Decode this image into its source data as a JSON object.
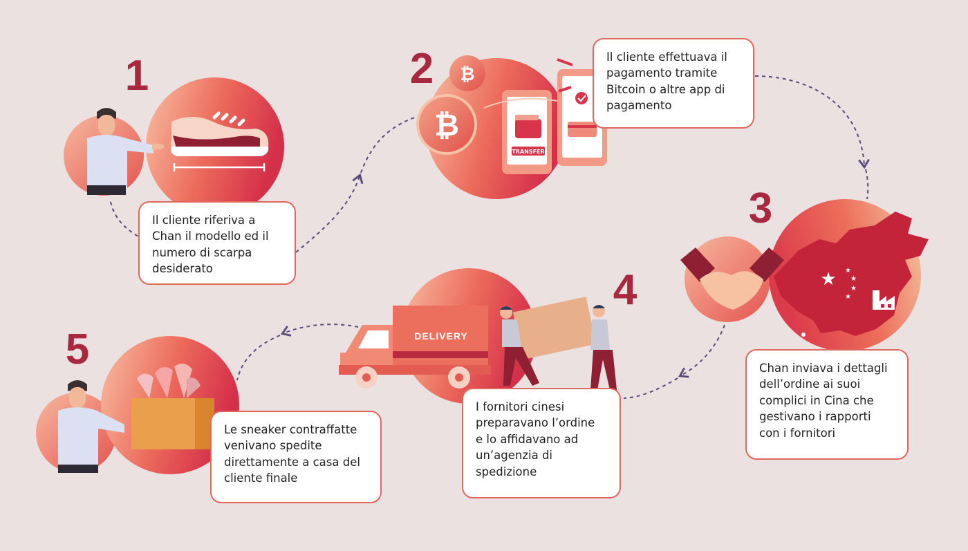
{
  "colors": {
    "background": "#ece1e1",
    "accent": "#a8283f",
    "gradient_light": "#f6b79c",
    "gradient_dark": "#d9344a",
    "box_border": "#e0675d",
    "connector": "#5a4a7a"
  },
  "steps": [
    {
      "number": "1",
      "text": "Il cliente riferiva a\nChan il modello ed il\nnumero di scarpa\ndesiderato",
      "icons": [
        "customer-icon",
        "sneaker-icon"
      ]
    },
    {
      "number": "2",
      "text": "Il cliente effettuava il\npagamento tramite\nBitcoin o altre app di\npagamento",
      "icons": [
        "bitcoin-icon",
        "phone-wallet-icon",
        "phone-card-icon"
      ],
      "phone_label": "TRANSFER"
    },
    {
      "number": "3",
      "text": "Chan inviava i dettagli\ndell’ordine ai suoi\ncomplici in Cina che\ngestivano i rapporti\ncon i fornitori",
      "icons": [
        "handshake-icon",
        "china-map-icon",
        "factory-icon"
      ]
    },
    {
      "number": "4",
      "text": "I fornitori cinesi\npreparavano l’ordine\ne lo affidavano ad\nun’agenzia di\nspedizione",
      "icons": [
        "workers-carrying-box-icon",
        "delivery-truck-icon"
      ],
      "truck_label": "DELIVERY"
    },
    {
      "number": "5",
      "text": "Le sneaker contraffatte\nvenivano spedite\ndirettamente a casa del\ncliente finale",
      "icons": [
        "customer-icon",
        "sneaker-box-icon"
      ]
    }
  ]
}
